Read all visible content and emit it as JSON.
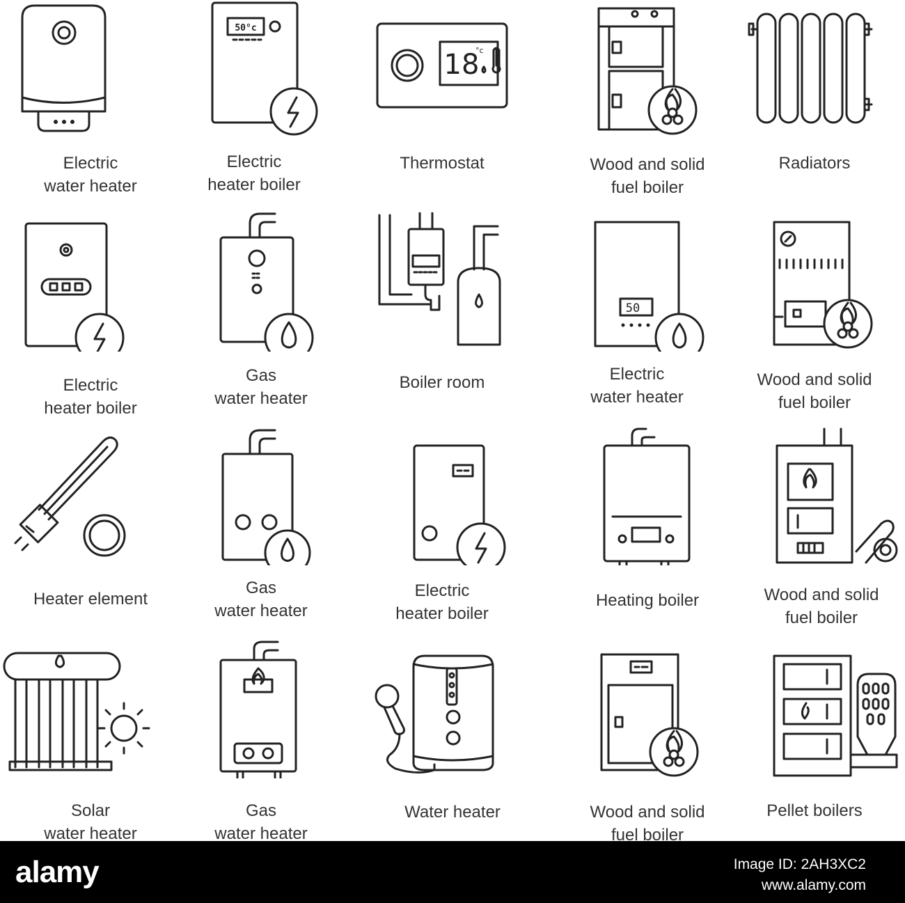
{
  "icons": [
    {
      "icon": "electric-water-heater-icon",
      "lines": [
        "Electric",
        "water heater"
      ]
    },
    {
      "icon": "electric-heater-boiler-icon",
      "lines": [
        "Electric",
        "heater boiler"
      ]
    },
    {
      "icon": "thermostat-icon",
      "lines": [
        "Thermostat"
      ]
    },
    {
      "icon": "wood-solid-fuel-boiler-icon",
      "lines": [
        "Wood and solid",
        "fuel boiler"
      ]
    },
    {
      "icon": "radiator-icon",
      "lines": [
        "Radiators"
      ]
    },
    {
      "icon": "electric-heater-boiler-icon",
      "lines": [
        "Electric",
        "heater boiler"
      ]
    },
    {
      "icon": "gas-water-heater-icon",
      "lines": [
        "Gas",
        "water heater"
      ]
    },
    {
      "icon": "boiler-room-icon",
      "lines": [
        "Boiler room"
      ]
    },
    {
      "icon": "electric-water-heater-icon",
      "lines": [
        "Electric",
        "water heater"
      ]
    },
    {
      "icon": "wood-solid-fuel-boiler-icon",
      "lines": [
        "Wood and solid",
        "fuel boiler"
      ]
    },
    {
      "icon": "heater-element-icon",
      "lines": [
        "Heater element"
      ]
    },
    {
      "icon": "gas-water-heater-icon",
      "lines": [
        "Gas",
        "water heater"
      ]
    },
    {
      "icon": "electric-heater-boiler-icon",
      "lines": [
        "Electric",
        "heater boiler"
      ]
    },
    {
      "icon": "heating-boiler-icon",
      "lines": [
        "Heating boiler"
      ]
    },
    {
      "icon": "wood-solid-fuel-boiler-icon",
      "lines": [
        "Wood and solid",
        "fuel boiler"
      ]
    },
    {
      "icon": "solar-water-heater-icon",
      "lines": [
        "Solar",
        "water heater"
      ]
    },
    {
      "icon": "gas-water-heater-icon",
      "lines": [
        "Gas",
        "water heater"
      ]
    },
    {
      "icon": "water-heater-icon",
      "lines": [
        "Water heater"
      ]
    },
    {
      "icon": "wood-solid-fuel-boiler-icon",
      "lines": [
        "Wood and solid",
        "fuel boiler"
      ]
    },
    {
      "icon": "pellet-boiler-icon",
      "lines": [
        "Pellet boilers"
      ]
    }
  ],
  "display_texts": {
    "boiler_temp": "50°c",
    "thermostat_temp": "18",
    "thermostat_unit": "°c",
    "panel_temp": "50"
  },
  "footer": {
    "logo": "alamy",
    "image_id": "Image ID: 2AH3XC2",
    "url": "www.alamy.com"
  }
}
